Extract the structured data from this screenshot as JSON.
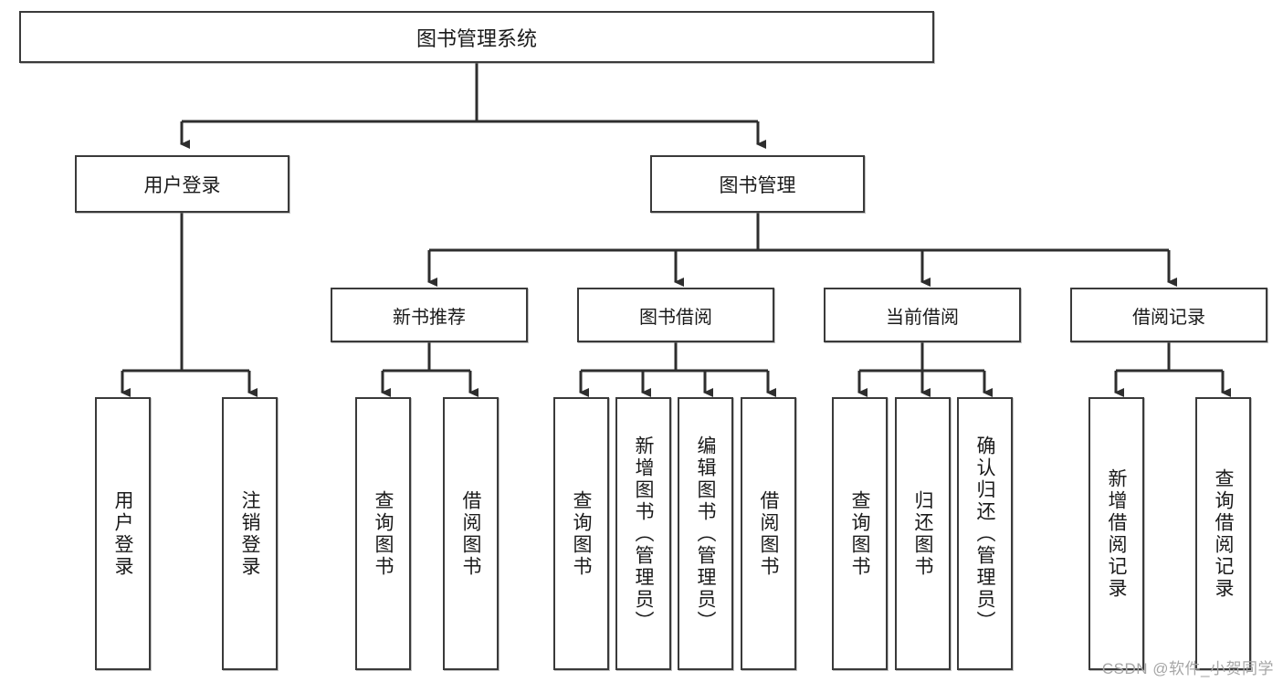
{
  "diagram": {
    "title": "图书管理系统",
    "type": "tree-hierarchy",
    "root": {
      "label": "图书管理系统"
    },
    "level2": [
      {
        "label": "用户登录"
      },
      {
        "label": "图书管理"
      }
    ],
    "level3": [
      {
        "label": "新书推荐"
      },
      {
        "label": "图书借阅"
      },
      {
        "label": "当前借阅"
      },
      {
        "label": "借阅记录"
      }
    ],
    "leaves": [
      {
        "label": "用户登录",
        "parent": "用户登录"
      },
      {
        "label": "注销登录",
        "parent": "用户登录"
      },
      {
        "label": "查询图书",
        "parent": "新书推荐"
      },
      {
        "label": "借阅图书",
        "parent": "新书推荐"
      },
      {
        "label": "查询图书",
        "parent": "图书借阅"
      },
      {
        "label": "新增图书（管理员）",
        "parent": "图书借阅"
      },
      {
        "label": "编辑图书（管理员）",
        "parent": "图书借阅"
      },
      {
        "label": "借阅图书",
        "parent": "图书借阅"
      },
      {
        "label": "查询图书",
        "parent": "当前借阅"
      },
      {
        "label": "归还图书",
        "parent": "当前借阅"
      },
      {
        "label": "确认归还（管理员）",
        "parent": "当前借阅"
      },
      {
        "label": "新增借阅记录",
        "parent": "借阅记录"
      },
      {
        "label": "查询借阅记录",
        "parent": "借阅记录"
      }
    ]
  },
  "watermark": {
    "text": "CSDN @软件_小贺同学"
  },
  "colors": {
    "stroke": "#2e2e2e",
    "box_border": "#3a3a3a",
    "background": "#ffffff",
    "watermark": "#a6a6a6"
  }
}
